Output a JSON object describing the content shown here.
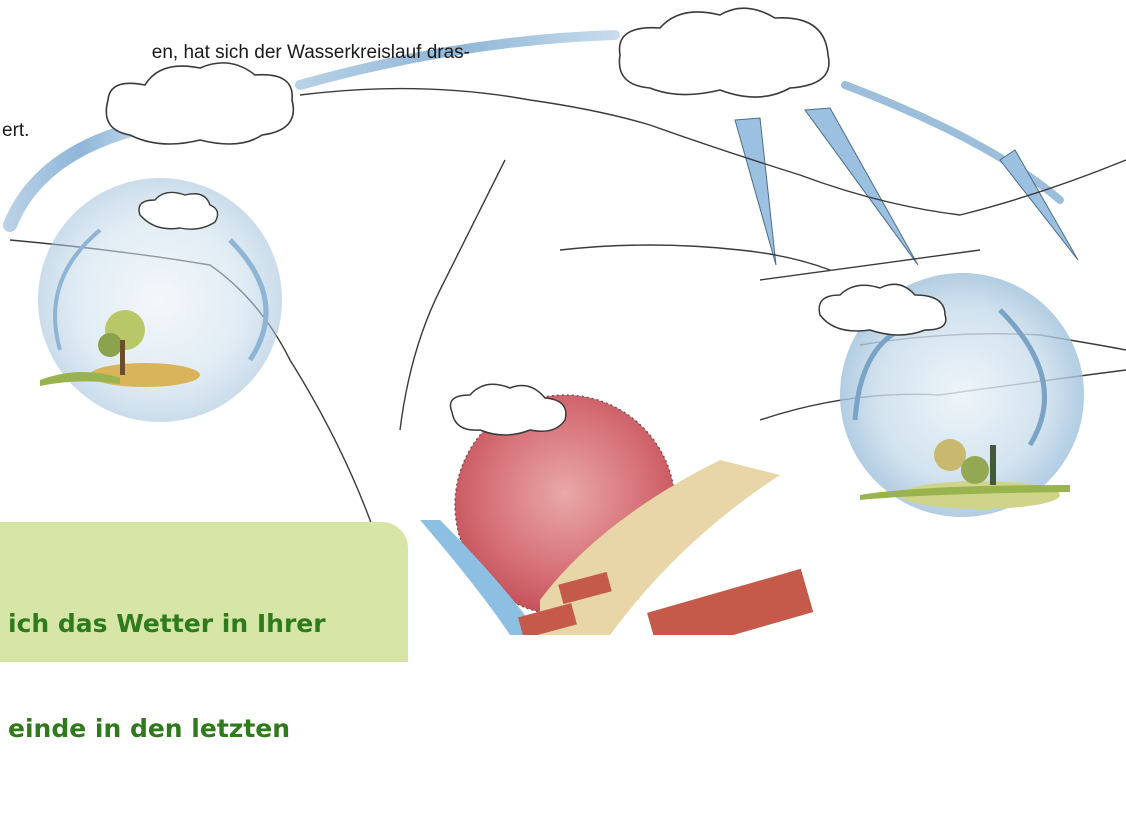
{
  "intro": {
    "line1": "en, hat sich der Wasserkreislauf dras-",
    "line2": "ert."
  },
  "question": {
    "line1": "ich das Wetter in Ihrer",
    "line2": "einde in den letzten"
  },
  "colors": {
    "cloud_stroke": "#3a3a3a",
    "arrow_blue": "#8fb6d8",
    "sphere_blue": "#b9d3e6",
    "heat_red": "#c8545a",
    "green_box": "#d6e6a7",
    "green_text": "#2e7a1c"
  }
}
